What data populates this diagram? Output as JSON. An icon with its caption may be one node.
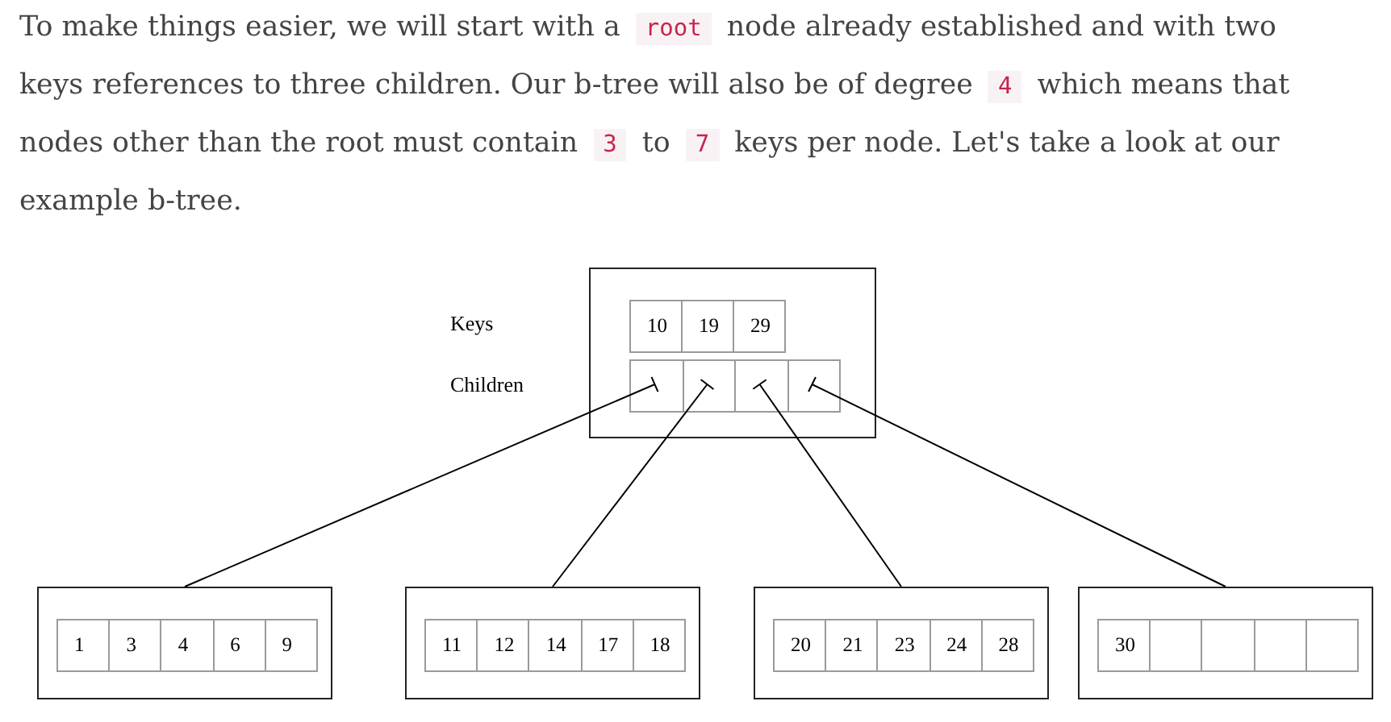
{
  "diagram": {
    "nodes": [
      {
        "text": [],
        "shape": "box"
      },
      {
        "text": [
          "10"
        ],
        "in": 0
      },
      {
        "text": [
          "19"
        ],
        "in": 0
      },
      {
        "text": [
          "29"
        ],
        "in": 0
      },
      {
        "text": [],
        "shape": "box",
        "in": 0
      },
      {
        "text": [],
        "shape": "box",
        "in": 0
      },
      {
        "text": [],
        "shape": "box",
        "in": 0
      },
      {
        "text": [],
        "shape": "box",
        "in": 0
      },
      {
        "text": [],
        "shape": "box"
      },
      {
        "text": [
          "1"
        ],
        "in": 8
      },
      {
        "text": [
          "3"
        ],
        "in": 8
      },
      {
        "text": [
          "4"
        ],
        "in": 8
      },
      {
        "text": [
          "6"
        ],
        "in": 8
      },
      {
        "text": [
          "9"
        ],
        "in": 8
      },
      {
        "text": [],
        "shape": "box"
      },
      {
        "text": [
          "11"
        ],
        "in": 14
      },
      {
        "text": [
          "12"
        ],
        "in": 14
      },
      {
        "text": [
          "14"
        ],
        "in": 14
      },
      {
        "text": [
          "17"
        ],
        "in": 14
      },
      {
        "text": [
          "18"
        ],
        "in": 14
      },
      {
        "text": [],
        "shape": "box"
      },
      {
        "text": [
          "20"
        ],
        "in": 20
      },
      {
        "text": [
          "21"
        ],
        "in": 20
      },
      {
        "text": [
          "23"
        ],
        "in": 20
      },
      {
        "text": [
          "24"
        ],
        "in": 20
      },
      {
        "text": [
          "28"
        ],
        "in": 20
      },
      {
        "text": [],
        "shape": "box"
      },
      {
        "text": [
          "30"
        ],
        "in": 26
      },
      {
        "text": [],
        "shape": "box",
        "in": 26
      },
      {
        "text": [],
        "shape": "box",
        "in": 26
      },
      {
        "text": [],
        "shape": "box",
        "in": 26
      },
      {
        "text": [],
        "shape": "box",
        "in": 26
      }
    ],
    "edges": [
      {
        "from": 4,
        "to": 8,
        "arrow": "other"
      },
      {
        "from": 5,
        "to": 14,
        "arrow": "other"
      },
      {
        "from": 6,
        "to": 20,
        "arrow": "other"
      },
      {
        "from": 7,
        "to": 26,
        "arrow": "other"
      }
    ],
    "labels": [
      "To make things easier, we will start with a",
      "root",
      "node already established and with two keys references to three children. Our b-tree will also be of degree",
      "4",
      "which means that nodes other than the root must contain",
      "3",
      "to",
      "7",
      "keys per node. Let's take a look at our example b-tree.",
      "Keys",
      "Children"
    ]
  }
}
